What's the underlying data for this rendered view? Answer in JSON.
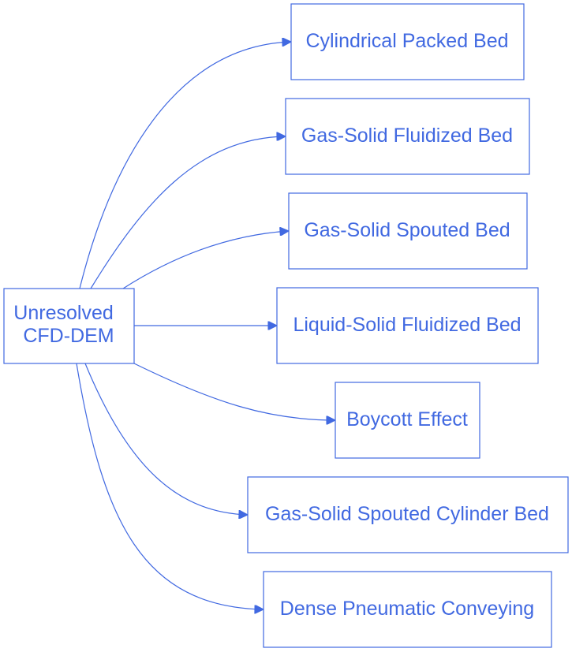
{
  "diagram": {
    "accent_color": "#4169e1",
    "source": {
      "lines": [
        "Unresolved",
        "CFD-DEM"
      ]
    },
    "targets": [
      {
        "label": "Cylindrical Packed Bed"
      },
      {
        "label": "Gas-Solid Fluidized Bed"
      },
      {
        "label": "Gas-Solid Spouted Bed"
      },
      {
        "label": "Liquid-Solid Fluidized Bed"
      },
      {
        "label": "Boycott Effect"
      },
      {
        "label": "Gas-Solid Spouted Cylinder Bed"
      },
      {
        "label": "Dense Pneumatic Conveying"
      }
    ]
  }
}
